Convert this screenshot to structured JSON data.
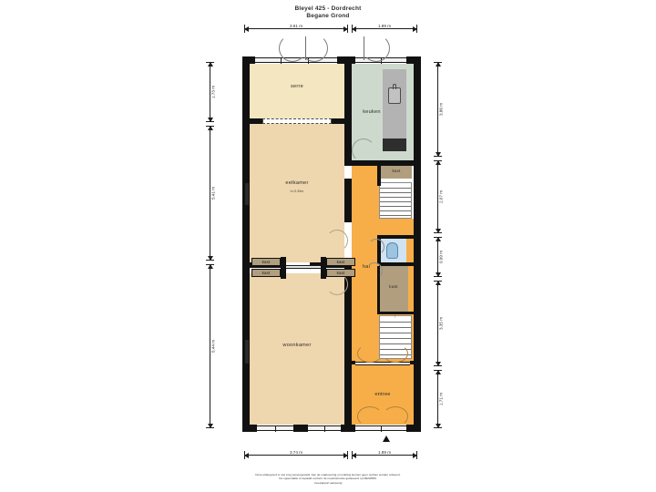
{
  "header": {
    "line1": "Bleyel 425 - Dordrecht",
    "line2": "Begane Grond"
  },
  "footer": {
    "line1": "Deze plattegrond is met zorg samengesteld. Aan de maatvoering en indeling kunnen geen rechten worden ontleend.",
    "line2": "De oppervlakte is bepaald conform de meetinstructie gebaseerd op NEN2580.",
    "line3": "meetrapport aanwezig"
  },
  "rooms": [
    {
      "id": "serre",
      "label": "serre",
      "sub": ""
    },
    {
      "id": "eetkamer",
      "label": "eetkamer",
      "sub": "h=3.39m"
    },
    {
      "id": "woonkamer",
      "label": "woonkamer",
      "sub": ""
    },
    {
      "id": "keuken",
      "label": "keuken",
      "sub": ""
    },
    {
      "id": "hal",
      "label": "hal",
      "sub": ""
    },
    {
      "id": "entree",
      "label": "entree",
      "sub": ""
    }
  ],
  "closets": [
    {
      "id": "kast-left-upper",
      "label": "kast"
    },
    {
      "id": "kast-left-lower",
      "label": "kast"
    },
    {
      "id": "kast-right-upper",
      "label": "kast"
    },
    {
      "id": "kast-right-lower",
      "label": "kast"
    },
    {
      "id": "kast-keuken",
      "label": "kast"
    },
    {
      "id": "kast-hal",
      "label": "kast"
    }
  ],
  "dimensions": {
    "top": [
      {
        "id": "top-1",
        "value": "3.61 m"
      },
      {
        "id": "top-2",
        "value": "1.89 m"
      }
    ],
    "bottom": [
      {
        "id": "bottom-1",
        "value": "3.74 m"
      },
      {
        "id": "bottom-2",
        "value": "1.89 m"
      }
    ],
    "left": [
      {
        "id": "left-1",
        "value": "1.73 m"
      },
      {
        "id": "left-2",
        "value": "5.41 m"
      },
      {
        "id": "left-3",
        "value": "5.44 m"
      }
    ],
    "right": [
      {
        "id": "right-1",
        "value": "3.86 m"
      },
      {
        "id": "right-2",
        "value": "2.07 m"
      },
      {
        "id": "right-3",
        "value": "0.99 m"
      },
      {
        "id": "right-4",
        "value": "3.35 m"
      },
      {
        "id": "right-5",
        "value": "1.71 m"
      }
    ]
  },
  "colors": {
    "serre": "#f4e6c0",
    "living": "#eed6ae",
    "kitchen": "#cdd9cd",
    "hall": "#f7ae48",
    "closet": "#b09e7f",
    "wall": "#111111",
    "toilet": "#9cc4e0"
  }
}
